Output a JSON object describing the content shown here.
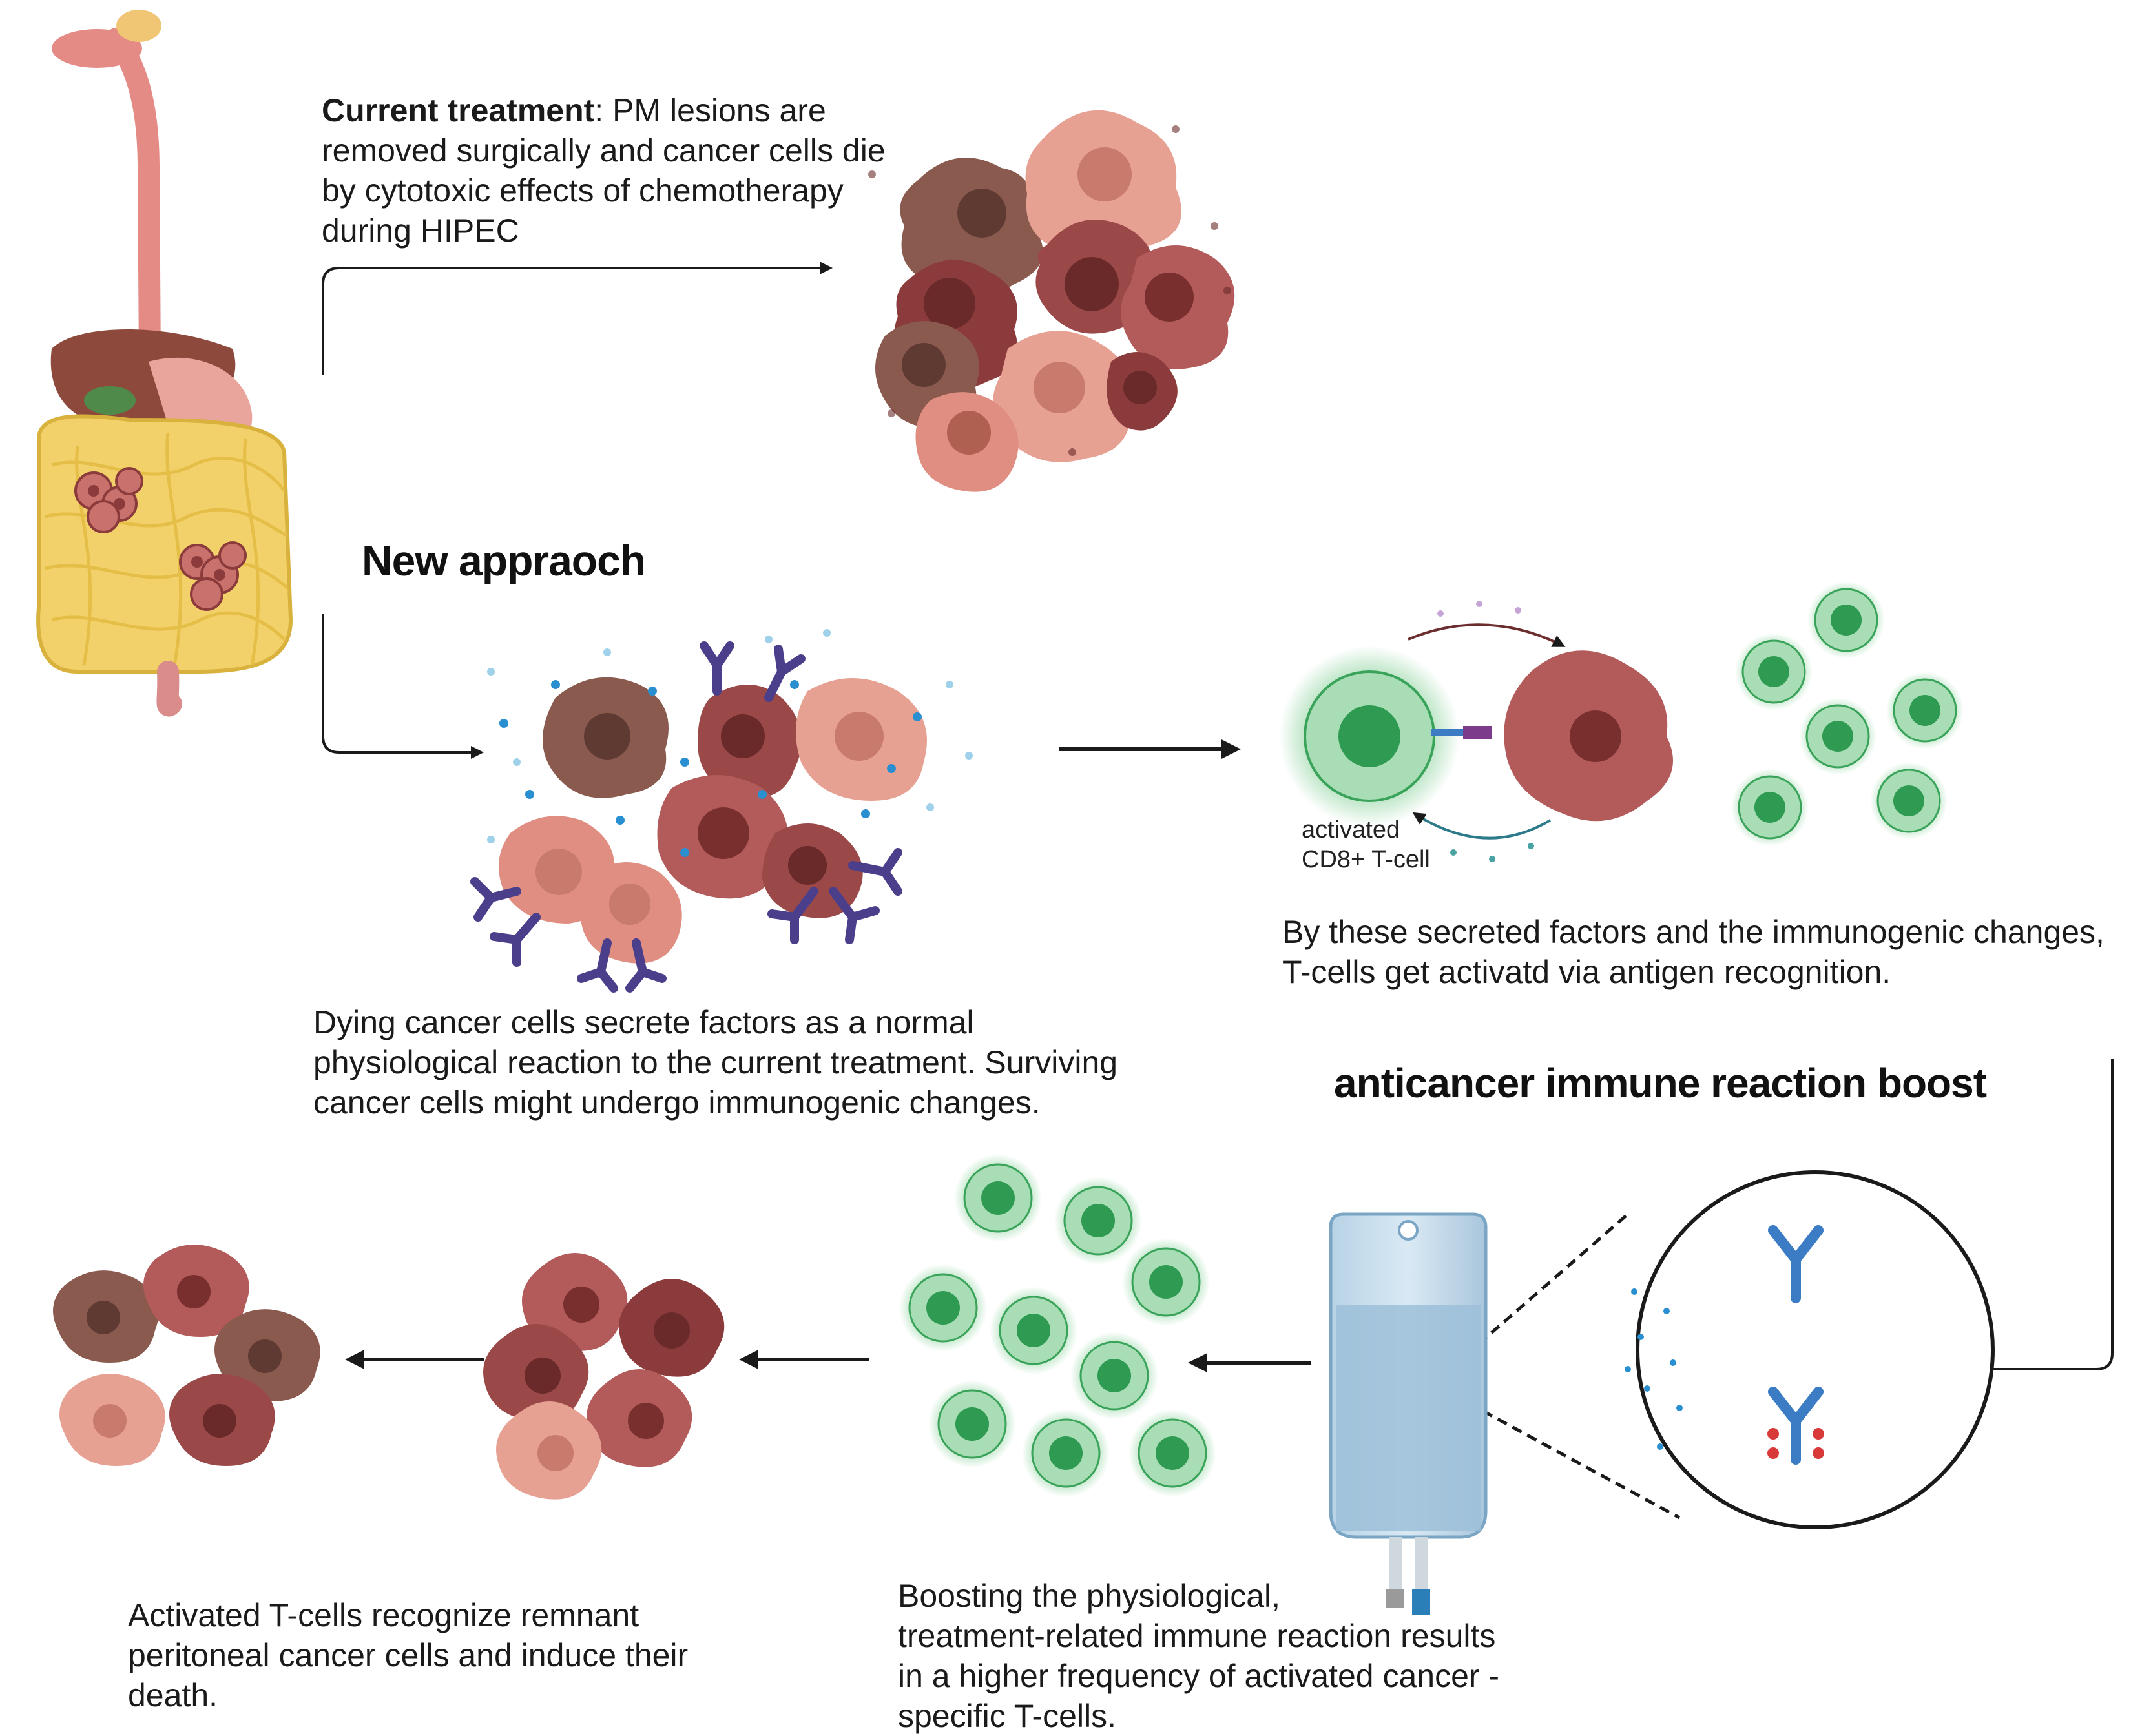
{
  "current_treatment": {
    "label": "Current treatment",
    "text_line1": ": PM lesions are",
    "text_line2": "removed surgically and cancer cells die",
    "text_line3": "by cytotoxic effects of chemotherapy",
    "text_line4": "during HIPEC"
  },
  "new_approach": {
    "heading": "New appraoch",
    "dying_cells_line1": "Dying cancer cells secrete factors as a normal",
    "dying_cells_line2": "physiological reaction to the current treatment. Surviving",
    "dying_cells_line3": "cancer cells might undergo immunogenic changes."
  },
  "activation": {
    "tcell_label_line1": "activated",
    "tcell_label_line2": "CD8+ T-cell",
    "caption_line1": "By these secreted factors and the immunogenic changes,",
    "caption_line2": "T-cells get activatd via antigen recognition."
  },
  "boost": {
    "heading": "anticancer immune reaction boost",
    "caption_line1": "Boosting the physiological,",
    "caption_line2": "treatment-related immune reaction results",
    "caption_line3": "in a higher frequency of activated cancer -",
    "caption_line4": "specific T-cells."
  },
  "outcome": {
    "caption_line1": "Activated T-cells recognize remnant",
    "caption_line2": "peritoneal cancer cells and induce their",
    "caption_line3": "death."
  },
  "colors": {
    "tcell_green": "#3aa35a",
    "tcell_light": "#8fd4a0",
    "cancer_dark": "#8b3b3b",
    "cancer_brown": "#8a5a4e",
    "cancer_pink": "#e7a193",
    "antibody_purple": "#4b3f8c",
    "antibody_blue": "#3b7cc4",
    "arrow": "#1a1a1a"
  }
}
